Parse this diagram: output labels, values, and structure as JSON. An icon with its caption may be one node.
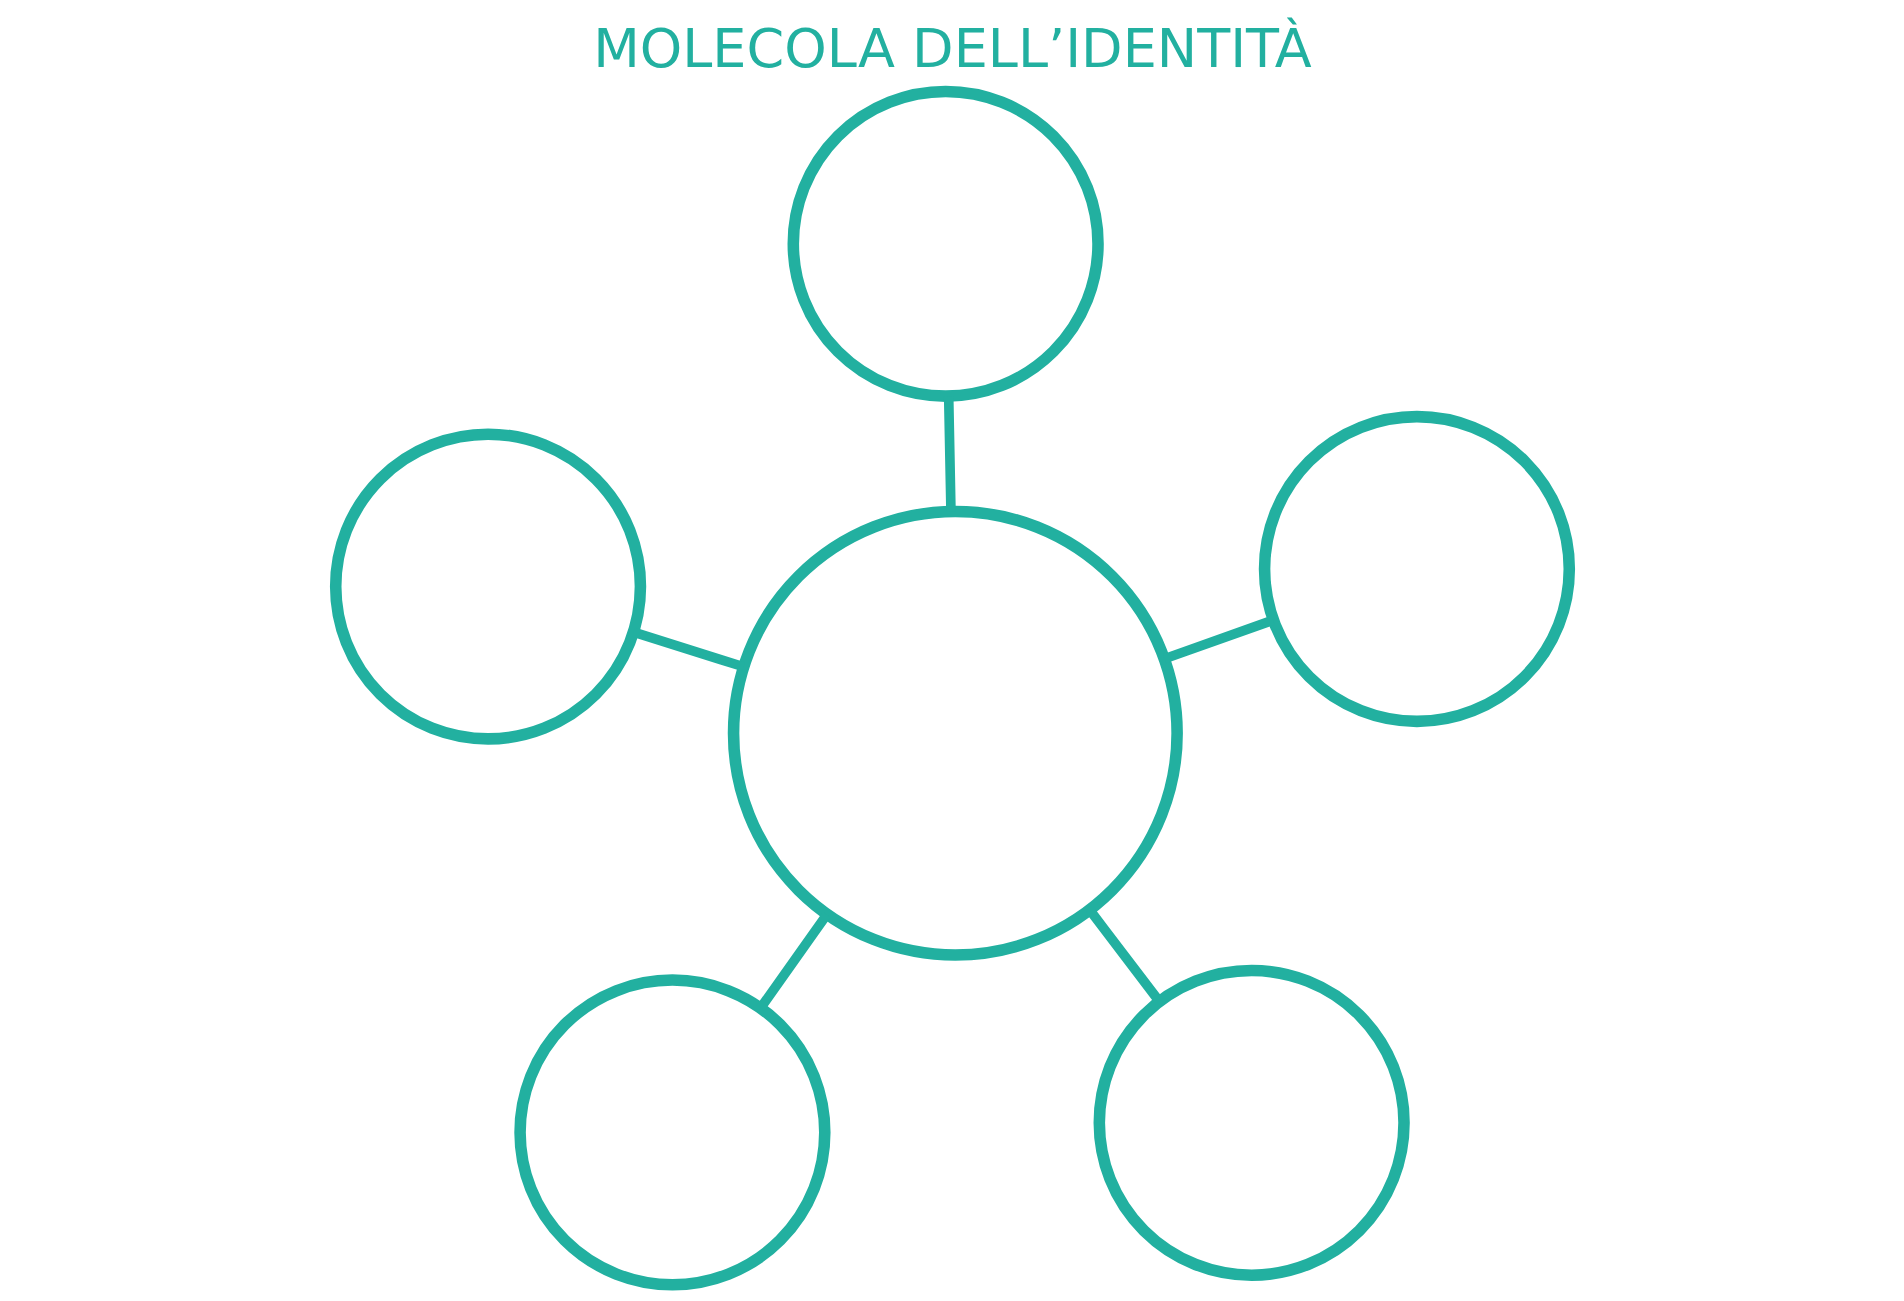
{
  "diagram": {
    "title": "MOLECOLA DELL’IDENTITÀ",
    "nodes": [
      {
        "text": [],
        "shape": "circle"
      },
      {
        "text": [],
        "shape": "circle"
      },
      {
        "text": [],
        "shape": "circle"
      },
      {
        "text": [],
        "shape": "circle"
      },
      {
        "text": [],
        "shape": "circle"
      },
      {
        "text": [],
        "shape": "circle"
      }
    ],
    "edges": [
      {
        "from": 2,
        "to": 0,
        "arrow": "none"
      },
      {
        "from": 2,
        "to": 1,
        "arrow": "none"
      },
      {
        "from": 2,
        "to": 3,
        "arrow": "none"
      },
      {
        "from": 2,
        "to": 4,
        "arrow": "none"
      },
      {
        "from": 2,
        "to": 5,
        "arrow": "none"
      }
    ]
  }
}
